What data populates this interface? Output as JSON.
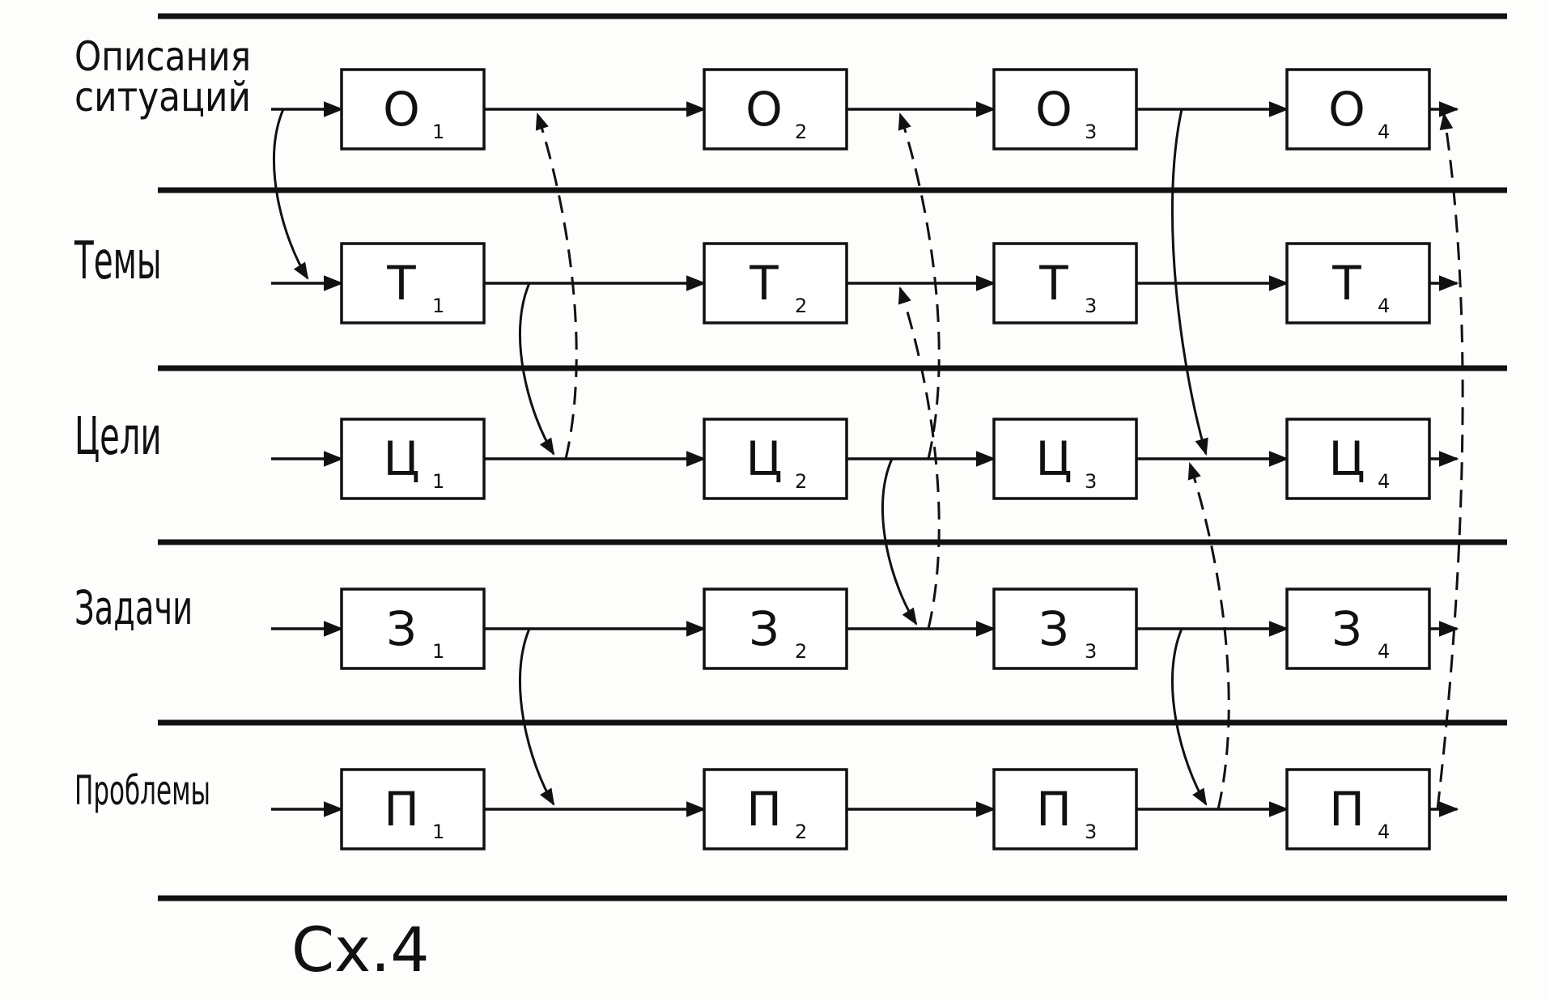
{
  "rows": [
    {
      "label_lines": [
        "Описания",
        "ситуаций"
      ],
      "stages": [
        {
          "letter": "О",
          "sub": "1"
        },
        {
          "letter": "О",
          "sub": "2"
        },
        {
          "letter": "О",
          "sub": "3"
        },
        {
          "letter": "О",
          "sub": "4"
        }
      ]
    },
    {
      "label_lines": [
        "Темы"
      ],
      "stages": [
        {
          "letter": "Т",
          "sub": "1"
        },
        {
          "letter": "Т",
          "sub": "2"
        },
        {
          "letter": "Т",
          "sub": "3"
        },
        {
          "letter": "Т",
          "sub": "4"
        }
      ]
    },
    {
      "label_lines": [
        "Цели"
      ],
      "stages": [
        {
          "letter": "Ц",
          "sub": "1"
        },
        {
          "letter": "Ц",
          "sub": "2"
        },
        {
          "letter": "Ц",
          "sub": "3"
        },
        {
          "letter": "Ц",
          "sub": "4"
        }
      ]
    },
    {
      "label_lines": [
        "Задачи"
      ],
      "stages": [
        {
          "letter": "З",
          "sub": "1"
        },
        {
          "letter": "З",
          "sub": "2"
        },
        {
          "letter": "З",
          "sub": "3"
        },
        {
          "letter": "З",
          "sub": "4"
        }
      ]
    },
    {
      "label_lines": [
        "Проблемы"
      ],
      "stages": [
        {
          "letter": "П",
          "sub": "1"
        },
        {
          "letter": "П",
          "sub": "2"
        },
        {
          "letter": "П",
          "sub": "3"
        },
        {
          "letter": "П",
          "sub": "4"
        }
      ]
    }
  ],
  "caption": "Сх.4",
  "solid_links": [
    {
      "from_row": 0,
      "to_row": 1,
      "stage": 1
    },
    {
      "from_row": 1,
      "to_row": 2,
      "stage": 1
    },
    {
      "from_row": 3,
      "to_row": 4,
      "stage": 1
    },
    {
      "from_row": 2,
      "to_row": 3,
      "stage": 2
    },
    {
      "from_row": 0,
      "to_row": 2,
      "stage": 3
    },
    {
      "from_row": 3,
      "to_row": 4,
      "stage": 3
    }
  ],
  "dashed_links": [
    {
      "from_row": 2,
      "to_row": 0,
      "stage": 1
    },
    {
      "from_row": 2,
      "to_row": 0,
      "stage": 2
    },
    {
      "from_row": 3,
      "to_row": 1,
      "stage": 2
    },
    {
      "from_row": 4,
      "to_row": 2,
      "stage": 3
    },
    {
      "from_row": 4,
      "to_row": 0,
      "stage": 4
    }
  ],
  "colors": {
    "ink": "#111111",
    "paper": "#fdfdfb"
  }
}
